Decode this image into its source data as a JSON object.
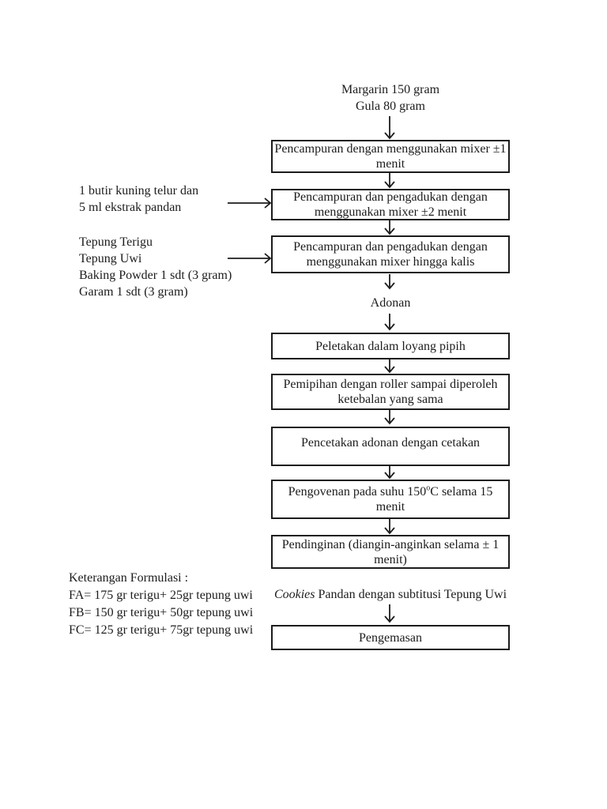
{
  "page": {
    "background": "#ffffff",
    "ink": "#1c1c1c"
  },
  "flow": {
    "source_labels": [
      "Margarin 150 gram",
      "Gula 80 gram"
    ],
    "boxes": [
      {
        "lines": [
          "Pencampuran  dengan menggunakan mixer ±1",
          "menit"
        ]
      },
      {
        "lines": [
          "Pencampuran dan pengadukan dengan",
          "menggunakan mixer ±2 menit"
        ]
      },
      {
        "lines": [
          "Pencampuran dan pengadukan dengan",
          "menggunakan mixer hingga kalis"
        ]
      },
      {
        "lines": [
          "Peletakan dalam loyang pipih"
        ]
      },
      {
        "lines": [
          "Pemipihan dengan roller sampai diperoleh",
          "ketebalan yang sama"
        ]
      },
      {
        "lines": [
          "Pencetakan adonan dengan cetakan"
        ]
      },
      {
        "lines": [
          "Pendinginan (diangin-anginkan selama ± 1",
          "menit)"
        ]
      },
      {
        "lines": [
          "Pengemasan"
        ]
      }
    ],
    "oven_box": {
      "pre": "Pengovenan pada suhu 150",
      "sup": "o",
      "post": "C selama 15",
      "line2": "menit"
    },
    "adonan_label": "Adonan",
    "cookies_label": {
      "italic": "Cookies",
      "rest": " Pandan dengan subtitusi Tepung Uwi"
    }
  },
  "side_inputs": [
    {
      "lines": [
        "1 butir kuning telur dan",
        "5 ml ekstrak pandan"
      ]
    },
    {
      "lines": [
        "Tepung Terigu",
        "Tepung Uwi",
        "Baking Powder 1 sdt (3 gram)",
        "Garam 1 sdt (3 gram)"
      ]
    }
  ],
  "legend": {
    "title": "Keterangan Formulasi :",
    "items": [
      "FA= 175 gr terigu+ 25gr tepung uwi",
      "FB= 150 gr terigu+ 50gr tepung uwi",
      "FC= 125 gr terigu+ 75gr tepung uwi"
    ]
  }
}
